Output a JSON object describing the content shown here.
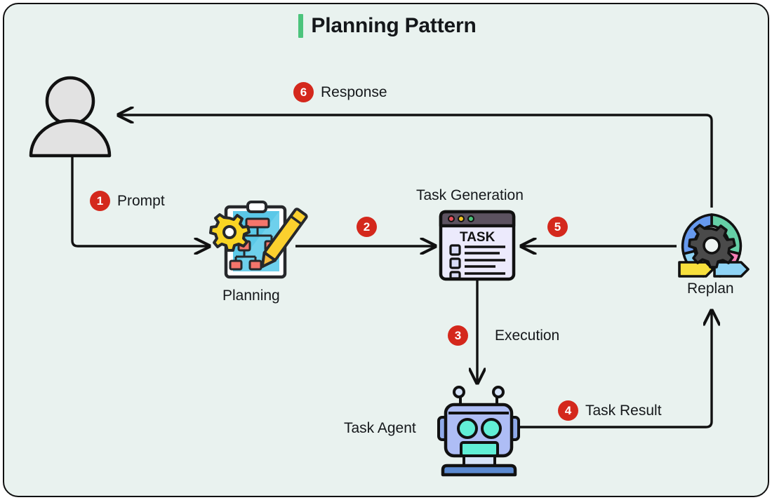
{
  "page": {
    "title": "Planning Pattern",
    "accent_bar_color": "#4cc47c",
    "card_background": "#e9f2ef",
    "card_border_color": "#111111",
    "badge_color": "#d4281c",
    "text_color": "#15181b",
    "outer_background": "#ffffff"
  },
  "nodes": [
    {
      "id": "user",
      "label": "",
      "icon": "user-avatar-icon"
    },
    {
      "id": "planning",
      "label": "Planning",
      "icon": "planning-clipboard-icon"
    },
    {
      "id": "task_generation",
      "label": "Task Generation",
      "icon": "task-window-icon",
      "icon_heading": "TASK"
    },
    {
      "id": "replan",
      "label": "Replan",
      "icon": "replan-cycle-gear-icon"
    },
    {
      "id": "task_agent",
      "label": "Task Agent",
      "icon": "robot-icon"
    }
  ],
  "steps": [
    {
      "number": "1",
      "label": "Prompt",
      "from": "user",
      "to": "planning"
    },
    {
      "number": "2",
      "label": "",
      "from": "planning",
      "to": "task_generation"
    },
    {
      "number": "3",
      "label": "Execution",
      "from": "task_generation",
      "to": "task_agent"
    },
    {
      "number": "4",
      "label": "Task Result",
      "from": "task_agent",
      "to": "replan"
    },
    {
      "number": "5",
      "label": "",
      "from": "replan",
      "to": "task_generation"
    },
    {
      "number": "6",
      "label": "Response",
      "from": "replan",
      "to": "user"
    }
  ],
  "icon_colors": {
    "user_fill": "#e0e0e0",
    "clipboard_board": "#5bc8e8",
    "clipboard_boxes": "#f4756b",
    "gear_yellow": "#f9d423",
    "pencil_yellow": "#fbd02e",
    "window_titlebar": "#5c5260",
    "window_body": "#eceafc",
    "dot_red": "#e8505b",
    "dot_yellow": "#f3c623",
    "dot_green": "#4cc47c",
    "robot_head": "#aebdf5",
    "robot_eye": "#61efd6",
    "robot_base": "#5b8ad1",
    "replan_blue": "#6699ee",
    "replan_green": "#65cfa6",
    "replan_pink": "#f77fb6",
    "replan_lightblue": "#8fd4f5",
    "replan_yellow": "#f7e03c",
    "replan_gear": "#4a4a4a",
    "outline": "#1a1a1a"
  }
}
